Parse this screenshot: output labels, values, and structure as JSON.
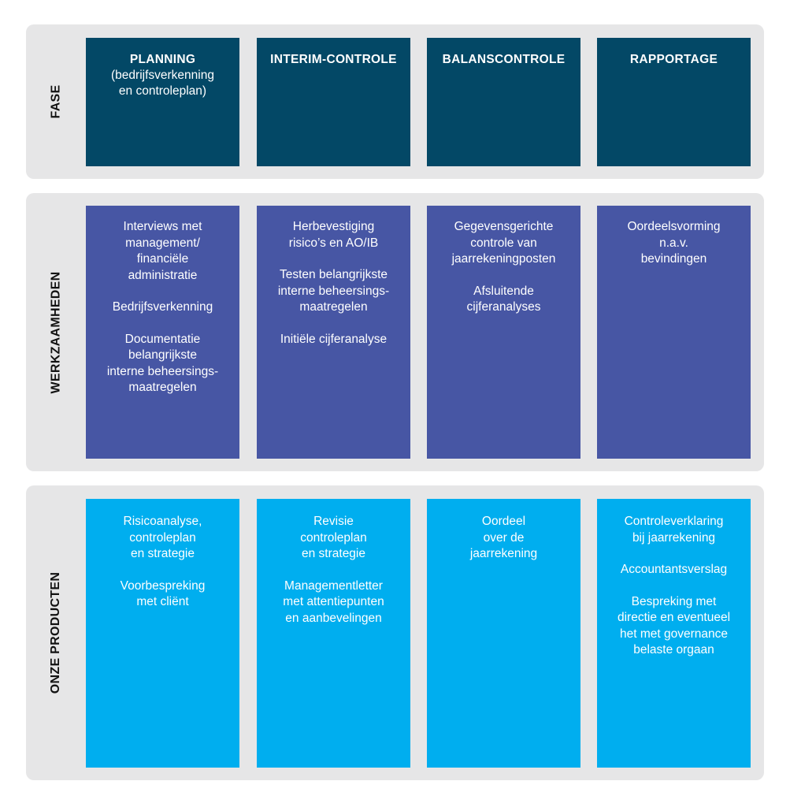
{
  "rows": {
    "fase": "FASE",
    "werkzaamheden": "WERKZAAMHEDEN",
    "producten": "ONZE PRODUCTEN"
  },
  "phases": [
    {
      "title": "PLANNING",
      "subtitle": "(bedrijfsverkenning\nen controleplan)"
    },
    {
      "title": "INTERIM-CONTROLE",
      "subtitle": ""
    },
    {
      "title": "BALANSCONTROLE",
      "subtitle": ""
    },
    {
      "title": "RAPPORTAGE",
      "subtitle": ""
    }
  ],
  "werkzaamheden": [
    [
      "Interviews met\nmanagement/\nfinanciële\nadministratie",
      "Bedrijfsverkenning",
      "Documentatie\nbelangrijkste\ninterne beheersings-\nmaatregelen"
    ],
    [
      "Herbevestiging\nrisico’s en AO/IB",
      "Testen belangrijkste\ninterne beheersings-\nmaatregelen",
      "Initiële cijferanalyse"
    ],
    [
      "Gegevensgerichte\ncontrole van\njaarrekeningposten",
      "Afsluitende\ncijferanalyses"
    ],
    [
      "Oordeelsvorming\nn.a.v.\nbevindingen"
    ]
  ],
  "producten": [
    [
      "Risicoanalyse,\ncontroleplan\nen strategie",
      "Voorbespreking\nmet cliënt"
    ],
    [
      "Revisie\ncontroleplan\nen strategie",
      "Managementletter\nmet attentiepunten\nen aanbevelingen"
    ],
    [
      "Oordeel\nover de\njaarrekening"
    ],
    [
      "Controleverklaring\nbij jaarrekening",
      "Accountantsverslag",
      "Bespreking met\ndirectie en eventueel\nhet met governance\nbelaste orgaan"
    ]
  ],
  "colors": {
    "band": "#e6e6e7",
    "fase": "#034866",
    "werkzaamheden": "#4756a4",
    "producten": "#00aeef",
    "text": "#ffffff",
    "label": "#111111"
  }
}
